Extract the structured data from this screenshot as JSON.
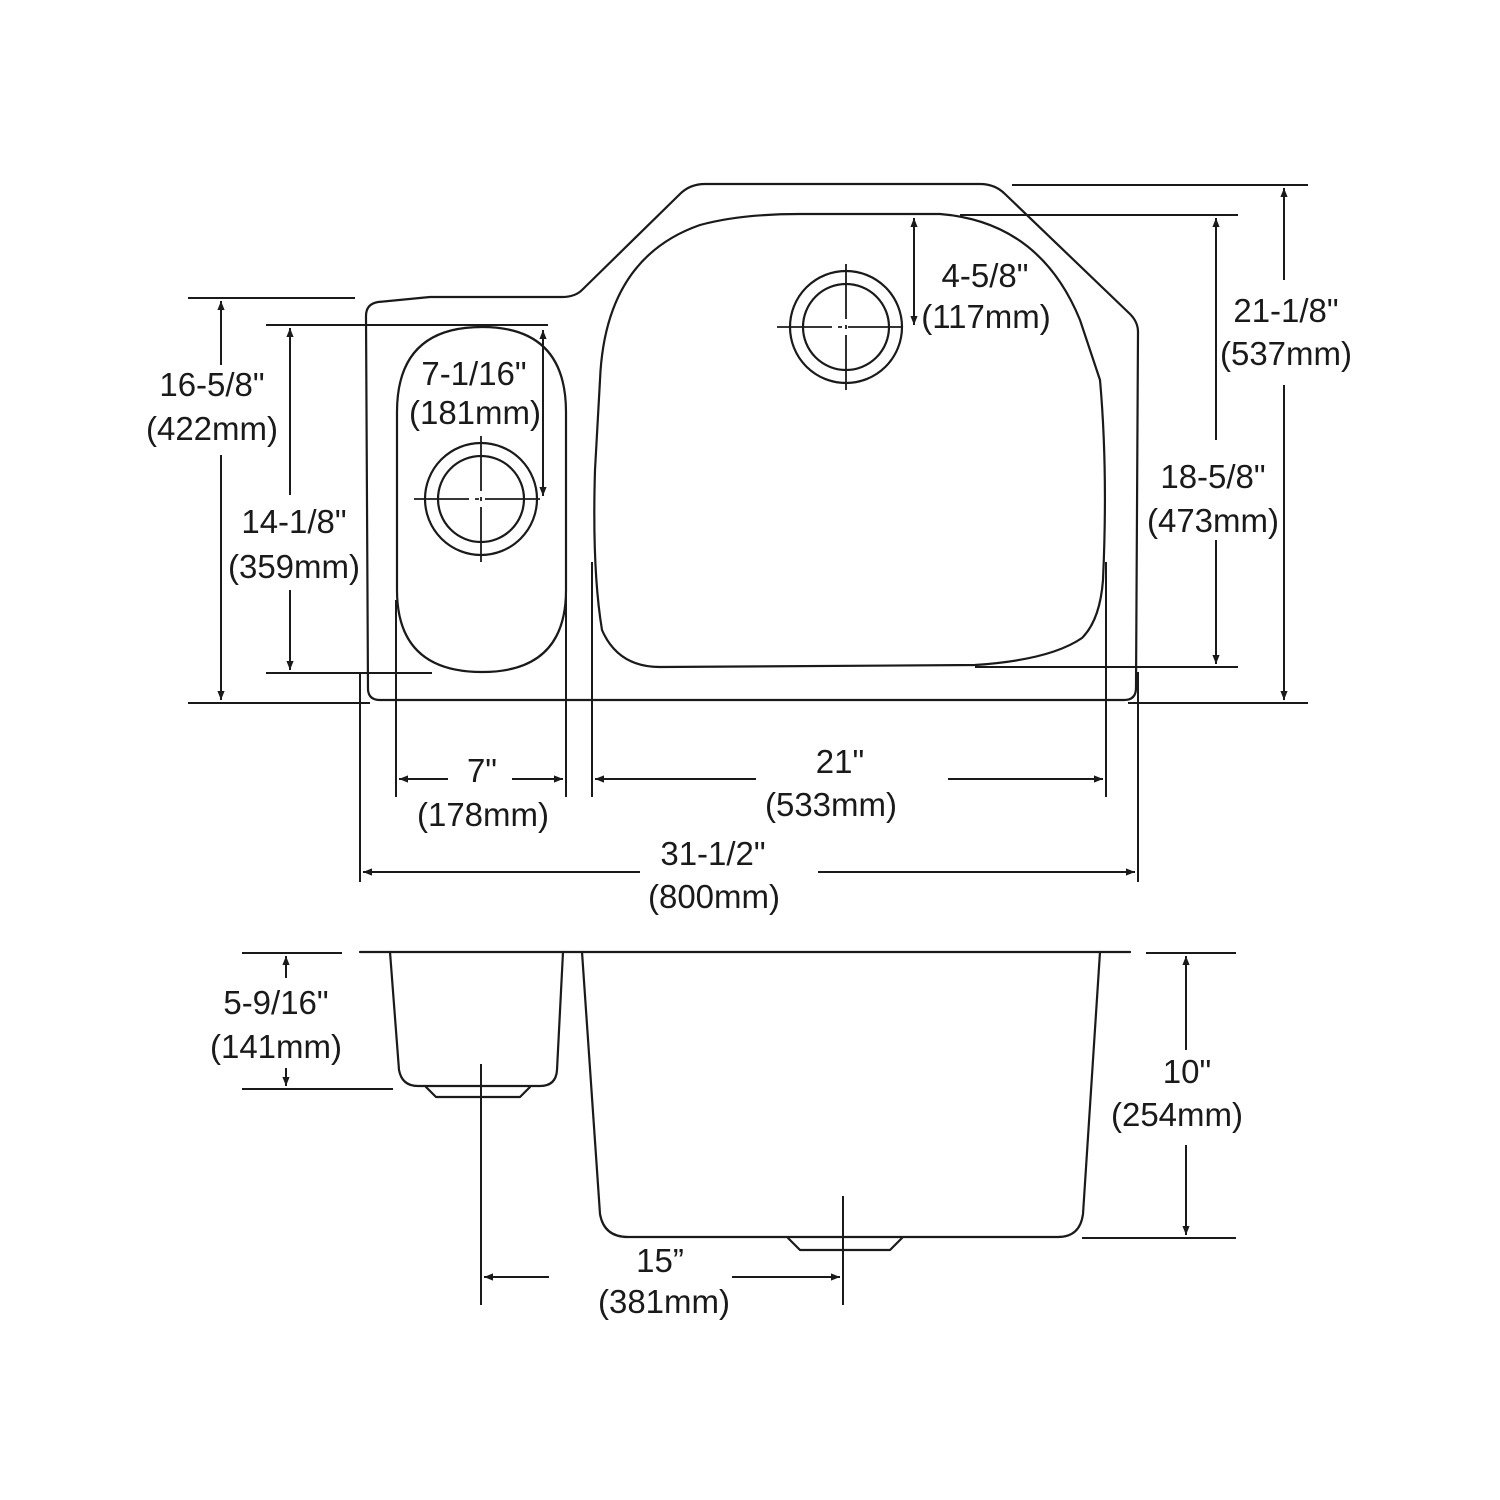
{
  "drawing": {
    "subject": "Double bowl undermount sink",
    "views": [
      "top plan view",
      "front elevation"
    ],
    "line_color": "#1a1a1a",
    "background": "#ffffff"
  },
  "dimensions": {
    "overall_depth_left": {
      "imperial": "16-5/8\"",
      "metric": "(422mm)"
    },
    "small_bowl_depth": {
      "imperial": "14-1/8\"",
      "metric": "(359mm)"
    },
    "small_drain_offset": {
      "imperial": "7-1/16\"",
      "metric": "(181mm)"
    },
    "large_drain_offset": {
      "imperial": "4-5/8\"",
      "metric": "(117mm)"
    },
    "overall_depth_right": {
      "imperial": "21-1/8\"",
      "metric": "(537mm)"
    },
    "large_bowl_depth": {
      "imperial": "18-5/8\"",
      "metric": "(473mm)"
    },
    "small_bowl_width": {
      "imperial": "7\"",
      "metric": "(178mm)"
    },
    "large_bowl_width": {
      "imperial": "21\"",
      "metric": "(533mm)"
    },
    "overall_width": {
      "imperial": "31-1/2\"",
      "metric": "(800mm)"
    },
    "small_bowl_height": {
      "imperial": "5-9/16\"",
      "metric": "(141mm)"
    },
    "large_bowl_height": {
      "imperial": "10\"",
      "metric": "(254mm)"
    },
    "drain_center_distance": {
      "imperial": "15”",
      "metric": "(381mm)"
    }
  }
}
